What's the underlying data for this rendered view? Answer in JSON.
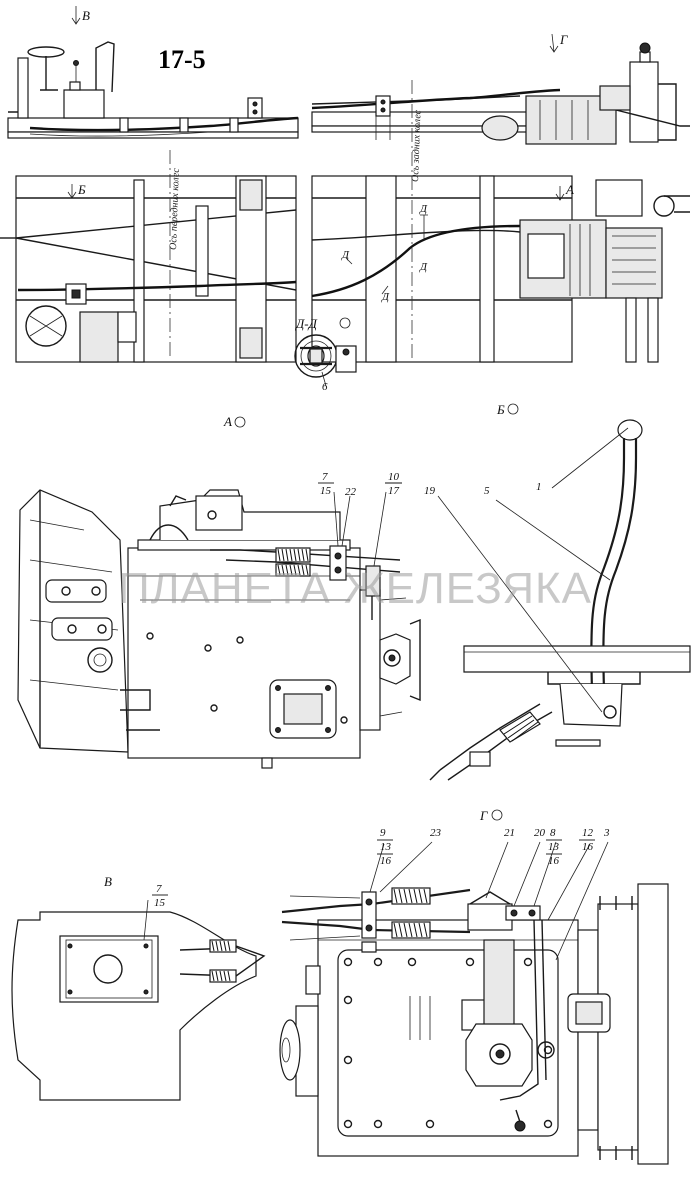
{
  "figure_id": "17-5",
  "watermark": "ПЛАНЕТА ЖЕЛЕЗЯКА",
  "views": {
    "A": "А",
    "B": "Б",
    "V": "В",
    "G": "Г",
    "D": "Д",
    "DD": "Д-Д"
  },
  "axis_labels": {
    "front_axle": "Ось передних колес",
    "rear_axle": "Ось задних колес"
  },
  "callouts": {
    "c1": "1",
    "c3": "3",
    "c5": "5",
    "c6": "6",
    "c7": "7",
    "c8": "8",
    "c9": "9",
    "c10": "10",
    "c12": "12",
    "c13": "13",
    "c15": "15",
    "c16": "16",
    "c17": "17",
    "c19": "19",
    "c20": "20",
    "c21": "21",
    "c22": "22",
    "c23": "23"
  }
}
